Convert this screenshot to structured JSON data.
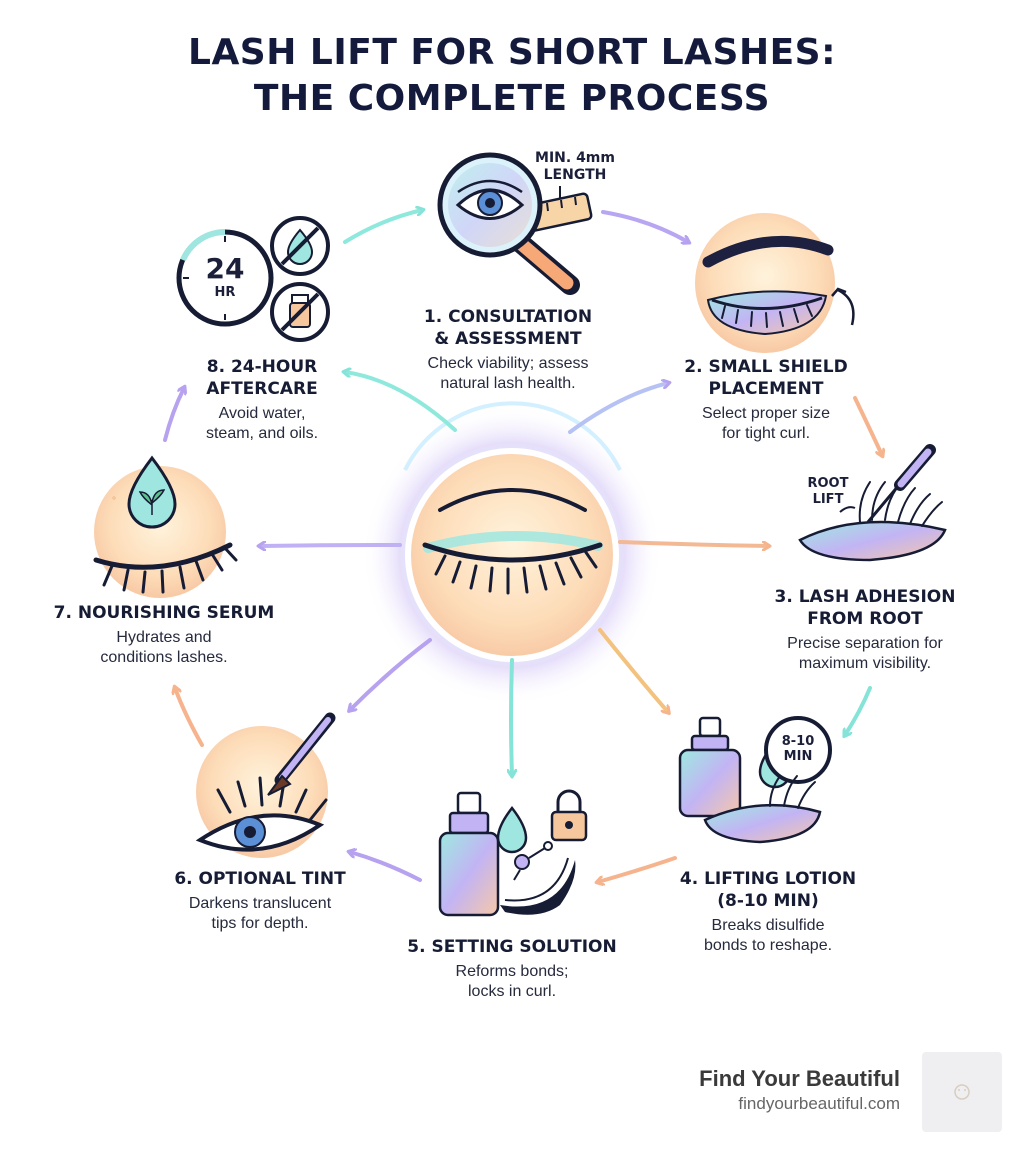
{
  "title": {
    "line1": "LASH LIFT FOR SHORT LASHES:",
    "line2": "THE COMPLETE PROCESS"
  },
  "icon_labels": {
    "min_length": [
      "MIN. 4mm",
      "LENGTH"
    ],
    "timer_24": "24",
    "timer_hr": "HR",
    "root_lift": [
      "ROOT",
      "LIFT"
    ],
    "timer_8_10": [
      "8-10",
      "MIN"
    ]
  },
  "steps": [
    {
      "heading": [
        "1. CONSULTATION",
        "& ASSESSMENT"
      ],
      "desc": [
        "Check viability; assess",
        "natural lash health."
      ]
    },
    {
      "heading": [
        "2. SMALL SHIELD",
        "PLACEMENT"
      ],
      "desc": [
        "Select proper size",
        "for tight curl."
      ]
    },
    {
      "heading": [
        "3. LASH ADHESION",
        "FROM ROOT"
      ],
      "desc": [
        "Precise separation for",
        "maximum visibility."
      ]
    },
    {
      "heading": [
        "4. LIFTING LOTION",
        "(8-10 MIN)"
      ],
      "desc": [
        "Breaks disulfide",
        "bonds to reshape."
      ]
    },
    {
      "heading": [
        "5. SETTING SOLUTION"
      ],
      "desc": [
        "Reforms bonds;",
        "locks in curl."
      ]
    },
    {
      "heading": [
        "6. OPTIONAL TINT"
      ],
      "desc": [
        "Darkens translucent",
        "tips for depth."
      ]
    },
    {
      "heading": [
        "7. NOURISHING SERUM"
      ],
      "desc": [
        "Hydrates and",
        "conditions lashes."
      ]
    },
    {
      "heading": [
        "8. 24-HOUR",
        "AFTERCARE"
      ],
      "desc": [
        "Avoid water,",
        "steam, and oils."
      ]
    }
  ],
  "brand": {
    "name": "Find Your Beautiful",
    "url": "findyourbeautiful.com"
  },
  "colors": {
    "navy": "#141a3c",
    "mint": "#7ee6d6",
    "lavender": "#b9a6f2",
    "peach": "#f7b98d"
  }
}
